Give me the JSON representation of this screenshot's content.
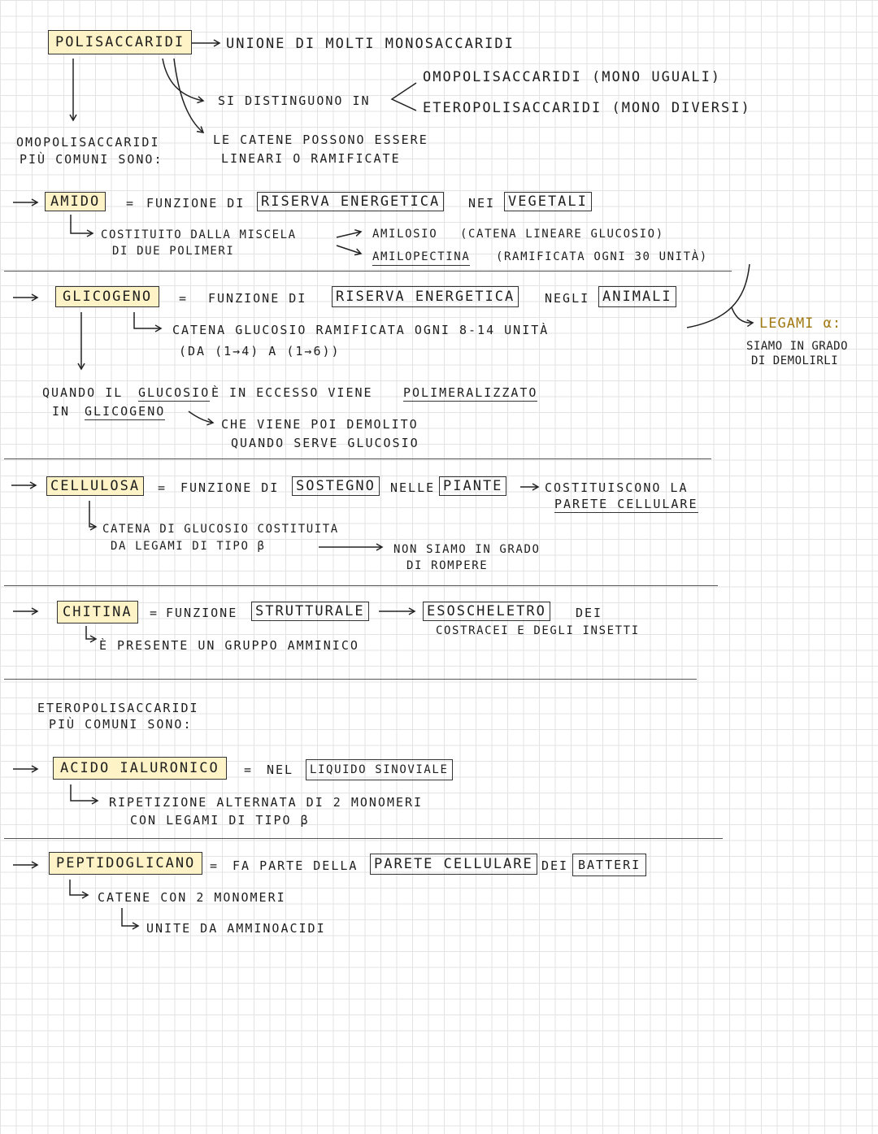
{
  "poli": {
    "title": "POLISACCARIDI",
    "def": "UNIONE DI MOLTI MONOSACCARIDI",
    "distinguish": "SI DISTINGUONO IN",
    "omo": "OMOPOLISACCARIDI (MONO UGUALI)",
    "etero": "ETEROPOLISACCARIDI (MONO DIVERSI)",
    "chains_1": "LE CATENE POSSONO ESSERE",
    "chains_2": "LINEARI O RAMIFICATE"
  },
  "omo_heading": {
    "line1": "OMOPOLISACCARIDI",
    "line2": "PIÙ COMUNI SONO:"
  },
  "amido": {
    "name": "AMIDO",
    "eq": "=",
    "funzione": "FUNZIONE DI",
    "role": "RISERVA ENERGETICA",
    "nei": "NEI",
    "where": "VEGETALI",
    "desc_1": "COSTITUITO DALLA MISCELA",
    "desc_2": "DI DUE POLIMERI",
    "poly1_name": "AMILOSIO",
    "poly1_desc": "(CATENA LINEARE GLUCOSIO)",
    "poly2_name": "AMILOPECTINA",
    "poly2_desc": "(RAMIFICATA OGNI 30 UNITÀ)"
  },
  "glicogeno": {
    "name": "GLICOGENO",
    "eq": "=",
    "funzione": "FUNZIONE DI",
    "role": "RISERVA ENERGETICA",
    "negli": "NEGLI",
    "where": "ANIMALI",
    "desc_1": "CATENA GLUCOSIO RAMIFICATA OGNI 8-14 UNITÀ",
    "desc_2": "(DA (1→4) A (1→6))",
    "excess_pre": "QUANDO IL",
    "excess_glucosio": "GLUCOSIO",
    "excess_mid": "È IN ECCESSO VIENE",
    "excess_poli": "POLIMERALIZZATO",
    "excess_in": "IN",
    "excess_glicogeno": "GLICOGENO",
    "demolito_1": "CHE VIENE POI DEMOLITO",
    "demolito_2": "QUANDO SERVE GLUCOSIO"
  },
  "legami_alpha": {
    "title": "LEGAMI α:",
    "line1": "SIAMO IN GRADO",
    "line2": "DI DEMOLIRLI"
  },
  "cellulosa": {
    "name": "CELLULOSA",
    "eq": "=",
    "funzione": "FUNZIONE DI",
    "role": "SOSTEGNO",
    "nelle": "NELLE",
    "where": "PIANTE",
    "result_1": "COSTITUISCONO LA",
    "result_2": "PARETE CELLULARE",
    "desc_1": "CATENA DI GLUCOSIO COSTITUITA",
    "desc_2": "DA LEGAMI DI TIPO β",
    "note_1": "NON SIAMO IN GRADO",
    "note_2": "DI ROMPERE"
  },
  "chitina": {
    "name": "CHITINA",
    "eq": "=",
    "funzione": "FUNZIONE",
    "role": "STRUTTURALE",
    "result": "ESOSCHELETRO",
    "result_dei": "DEI",
    "result_2": "COSTRACEI E DEGLI INSETTI",
    "desc": "È PRESENTE UN GRUPPO AMMINICO"
  },
  "etero_heading": {
    "line1": "ETEROPOLISACCARIDI",
    "line2": "PIÙ COMUNI SONO:"
  },
  "acido": {
    "name": "ACIDO IALURONICO",
    "eq": "=",
    "nel": "NEL",
    "where": "LIQUIDO SINOVIALE",
    "desc_1": "RIPETIZIONE ALTERNATA DI 2 MONOMERI",
    "desc_2": "CON LEGAMI DI TIPO β"
  },
  "peptido": {
    "name": "PEPTIDOGLICANO",
    "eq": "=",
    "fa_parte": "FA PARTE DELLA",
    "where": "PARETE CELLULARE",
    "dei": "DEI",
    "who": "BATTERI",
    "desc_1": "CATENE CON 2 MONOMERI",
    "desc_2": "UNITE DA AMMINOACIDI"
  }
}
